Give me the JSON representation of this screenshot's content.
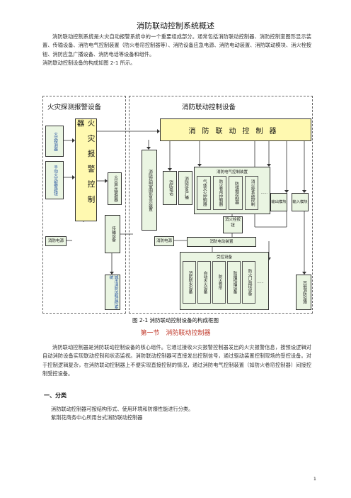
{
  "doc": {
    "title": "消防联动控制系统概述",
    "intro": "消防联动控制系统是火灾自动报警系统中的一个重要组成部分。通常包括消防联动控制器、消防控制室图形显示装置、传输设备、消防电气控制装置（防火卷帘控制器等）、消防设备应急电源、消防电动装置、消防联动模块、消火栓按钮、消防应急广播设备、消防电话等设备和组件。",
    "intro2": "消防联动控制设备的构成如图 2-1 所示。",
    "figure_caption": "图 2-1 消防联动控制设备的构成框图",
    "section_title": "第一节　消防联动控制器",
    "section_body": "消防联动控制器是消防联动控制设备的核心组件。它通过接收火灾报警控制器发出的火灾报警信息，按预设逻辑对自动消防设备实现联动控制和状态监视。消防联动控制器可直接发出控制信号，通过驱动装置控制现场的受控设备。对于控制逻辑复杂，在消防联动控制器上不便实现直接控制的情况，通过消防电气控制装置（如防火卷帘控制器）间接控制受控设备。",
    "subsection_title": "一、分类",
    "sub_para1": "消防联动控制器可按结构形式、使用环境和防爆性能进行分类。",
    "sub_para2": "紫荆花商务中心所用台式消防联动控制器",
    "page_number": "1"
  },
  "diagram": {
    "left_region_title": "火灾探测报警设备",
    "right_region_title": "消防联动控制设备",
    "left_col_1": "火灾探测器",
    "left_col_2": "手动火灾报警按钮",
    "fire_controller": "火灾报警控制器",
    "alarm_display": "火灾声光警报器",
    "power_left": "消防电源",
    "transmission": "传输设备",
    "remote_monitor": "城市消防远程监控系统",
    "linkage_controller": "消防联动控制器",
    "graphic_display": "消防控制室图形显示装置",
    "fire_phone": "消防电话",
    "broadcast": "消防应急广播",
    "elec_control_group": "消防电气控制装置",
    "elec_items": [
      "气体灭火控制器",
      "防火卷帘控制器",
      "防排烟控制器",
      "消火栓系统控制"
    ],
    "ellipsis": "......",
    "hydrant_button": "消火栓按钮",
    "elec_device": "消防电动装置",
    "power_right": "消防电源",
    "controlled_group": "受控设备",
    "controlled_items": [
      "消防给水设备",
      "自动灭火设备",
      "防火卷帘",
      "防烟排烟设备",
      "防火门监控设备"
    ],
    "output_module": "输出模块",
    "input_module": "输入模块",
    "other_devices": "其他消防设施"
  },
  "colors": {
    "yellow_box": "#fff9b0",
    "green_box": "#eaf5e2",
    "section_red": "#c0392b"
  }
}
